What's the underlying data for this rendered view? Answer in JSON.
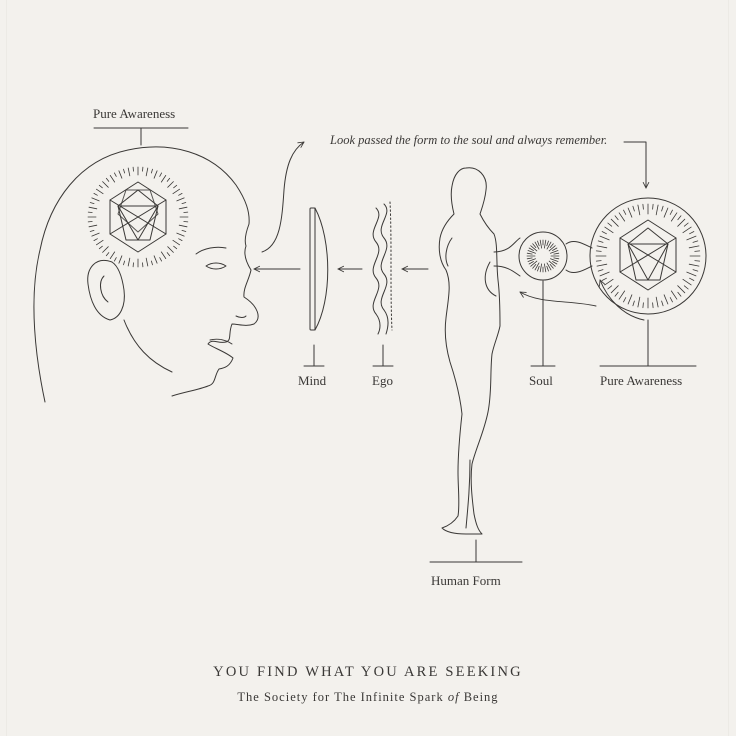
{
  "labels": {
    "pure_awareness_left": "Pure Awareness",
    "quote": "Look passed the form to the soul and always remember.",
    "mind": "Mind",
    "ego": "Ego",
    "soul": "Soul",
    "pure_awareness_right": "Pure Awareness",
    "human_form": "Human Form"
  },
  "footer": {
    "headline": "YOU FIND WHAT YOU ARE SEEKING",
    "sub_before": "The Society for The Infinite Spark ",
    "sub_italic": "of",
    "sub_after": " Being"
  },
  "colors": {
    "paper": "#f3f1ed",
    "ink": "#3a3836"
  }
}
